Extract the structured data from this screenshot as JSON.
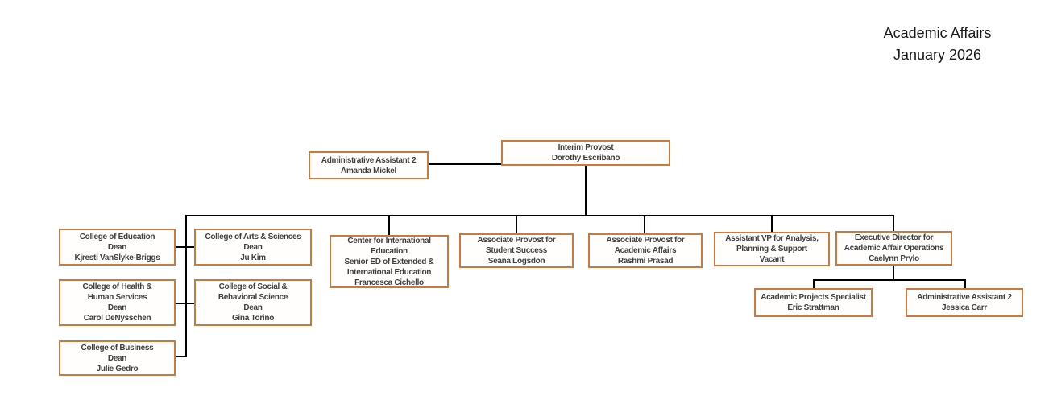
{
  "page": {
    "title_line1": "Academic Affairs",
    "title_line2": "January 2026"
  },
  "colors": {
    "box_border": "#C97A3E",
    "connector": "#000000",
    "box_text": "#3F3F3F",
    "title_text": "#1A1A1A"
  },
  "boxes": {
    "provost": {
      "lines": [
        "Interim Provost",
        "Dorothy Escribano"
      ]
    },
    "admin_mickel": {
      "lines": [
        "Administrative Assistant 2",
        "Amanda Mickel"
      ]
    },
    "college_education": {
      "lines": [
        "College of Education",
        "Dean",
        "Kjresti VanSlyke-Briggs"
      ]
    },
    "college_health": {
      "lines": [
        "College of Health &",
        "Human Services",
        "Dean",
        "Carol DeNysschen"
      ]
    },
    "college_business": {
      "lines": [
        "College of Business",
        "Dean",
        "Julie Gedro"
      ]
    },
    "college_arts": {
      "lines": [
        "College of Arts & Sciences",
        "Dean",
        "Ju Kim"
      ]
    },
    "college_social": {
      "lines": [
        "College of Social &",
        "Behavioral Science",
        "Dean",
        "Gina Torino"
      ]
    },
    "center_intl": {
      "lines": [
        "Center for International",
        "Education",
        "Senior ED of Extended &",
        "International Education",
        "Francesca Cichello"
      ]
    },
    "assoc_student": {
      "lines": [
        "Associate Provost for",
        "Student Success",
        "Seana Logsdon"
      ]
    },
    "assoc_academic": {
      "lines": [
        "Associate Provost for",
        "Academic Affairs",
        "Rashmi Prasad"
      ]
    },
    "avp_analysis": {
      "lines": [
        "Assistant VP for Analysis,",
        "Planning & Support",
        "Vacant"
      ]
    },
    "exec_director": {
      "lines": [
        "Executive Director for",
        "Academic Affair Operations",
        "Caelynn Prylo"
      ]
    },
    "projects_spec": {
      "lines": [
        "Academic Projects Specialist",
        "Eric Strattman"
      ]
    },
    "admin_carr": {
      "lines": [
        "Administrative Assistant 2",
        "Jessica Carr"
      ]
    }
  },
  "hierarchy": {
    "edges": [
      [
        "provost",
        "admin_mickel"
      ],
      [
        "provost",
        "college_education"
      ],
      [
        "provost",
        "college_health"
      ],
      [
        "provost",
        "college_business"
      ],
      [
        "provost",
        "college_arts"
      ],
      [
        "provost",
        "college_social"
      ],
      [
        "provost",
        "center_intl"
      ],
      [
        "provost",
        "assoc_student"
      ],
      [
        "provost",
        "assoc_academic"
      ],
      [
        "provost",
        "avp_analysis"
      ],
      [
        "provost",
        "exec_director"
      ],
      [
        "exec_director",
        "projects_spec"
      ],
      [
        "exec_director",
        "admin_carr"
      ]
    ]
  }
}
